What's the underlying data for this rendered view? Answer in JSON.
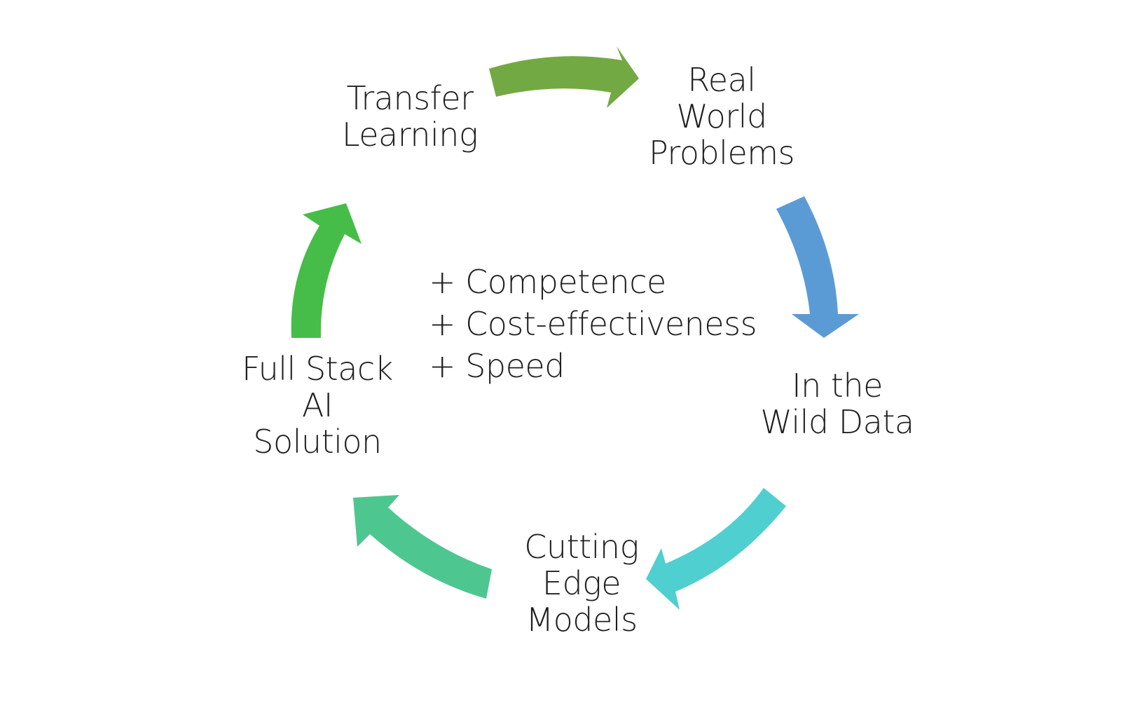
{
  "colors": {
    "arrow_top": "#73a942",
    "arrow_right": "#5b9bd5",
    "arrow_bottom_right": "#4fcfcf",
    "arrow_bottom_left": "#4ec690",
    "arrow_left": "#45bd48",
    "text": "#1f1f1f"
  },
  "nodes": {
    "transfer_learning": [
      "Transfer",
      "Learning"
    ],
    "real_world_problems": [
      "Real",
      "World",
      "Problems"
    ],
    "in_the_wild_data": [
      "In the",
      "Wild Data"
    ],
    "cutting_edge_models": [
      "Cutting",
      "Edge",
      "Models"
    ],
    "full_stack_ai_solution": [
      "Full Stack",
      "AI",
      "Solution"
    ]
  },
  "benefits": [
    "+ Competence",
    "+ Cost-effectiveness",
    "+ Speed"
  ]
}
